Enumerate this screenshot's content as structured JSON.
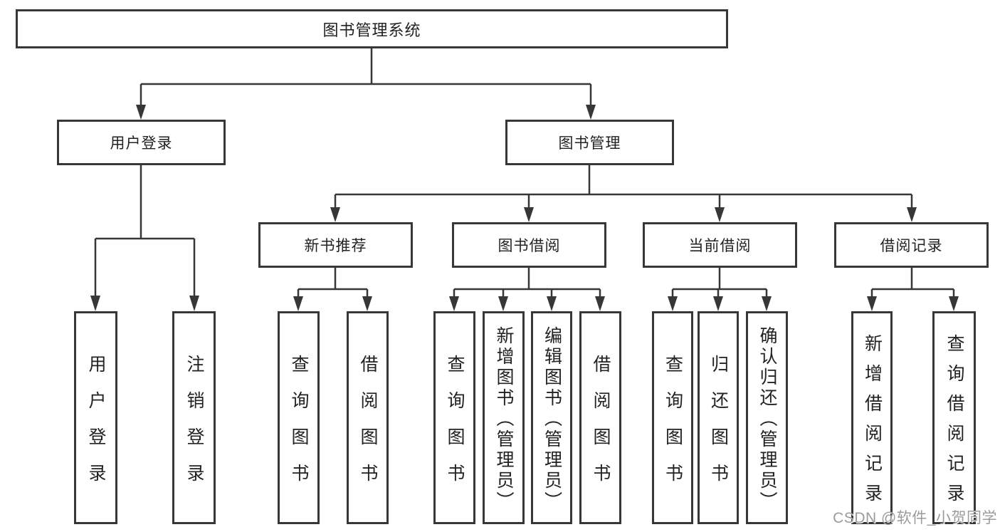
{
  "diagram_title": "图书管理系统",
  "nodes": {
    "root": "图书管理系统",
    "user_login_group": "用户登录",
    "book_mgmt_group": "图书管理",
    "new_book_rec": "新书推荐",
    "book_borrow": "图书借阅",
    "current_borrow": "当前借阅",
    "borrow_records": "借阅记录",
    "leaf_user_login": "用户登录",
    "leaf_logout": "注销登录",
    "leaf_query_book_rec": "查询图书",
    "leaf_borrow_book_rec": "借阅图书",
    "leaf_query_book_borrow": "查询图书",
    "leaf_add_book": "新增图书（管理员）",
    "leaf_edit_book": "编辑图书（管理员）",
    "leaf_borrow_book_borrow": "借阅图书",
    "leaf_query_book_current": "查询图书",
    "leaf_return_book": "归还图书",
    "leaf_confirm_return": "确认归还（管理员）",
    "leaf_add_borrow_record": "新增借阅记录",
    "leaf_query_borrow_record": "查询借阅记录"
  },
  "hierarchy": {
    "root": [
      "user_login_group",
      "book_mgmt_group"
    ],
    "user_login_group": [
      "leaf_user_login",
      "leaf_logout"
    ],
    "book_mgmt_group": [
      "new_book_rec",
      "book_borrow",
      "current_borrow",
      "borrow_records"
    ],
    "new_book_rec": [
      "leaf_query_book_rec",
      "leaf_borrow_book_rec"
    ],
    "book_borrow": [
      "leaf_query_book_borrow",
      "leaf_add_book",
      "leaf_edit_book",
      "leaf_borrow_book_borrow"
    ],
    "current_borrow": [
      "leaf_query_book_current",
      "leaf_return_book",
      "leaf_confirm_return"
    ],
    "borrow_records": [
      "leaf_add_borrow_record",
      "leaf_query_borrow_record"
    ]
  },
  "watermark": "CSDN @软件_小贺同学",
  "colors": {
    "line": "#373737",
    "text": "#222222",
    "watermark_text": "#9b9b9b",
    "background": "#ffffff"
  }
}
